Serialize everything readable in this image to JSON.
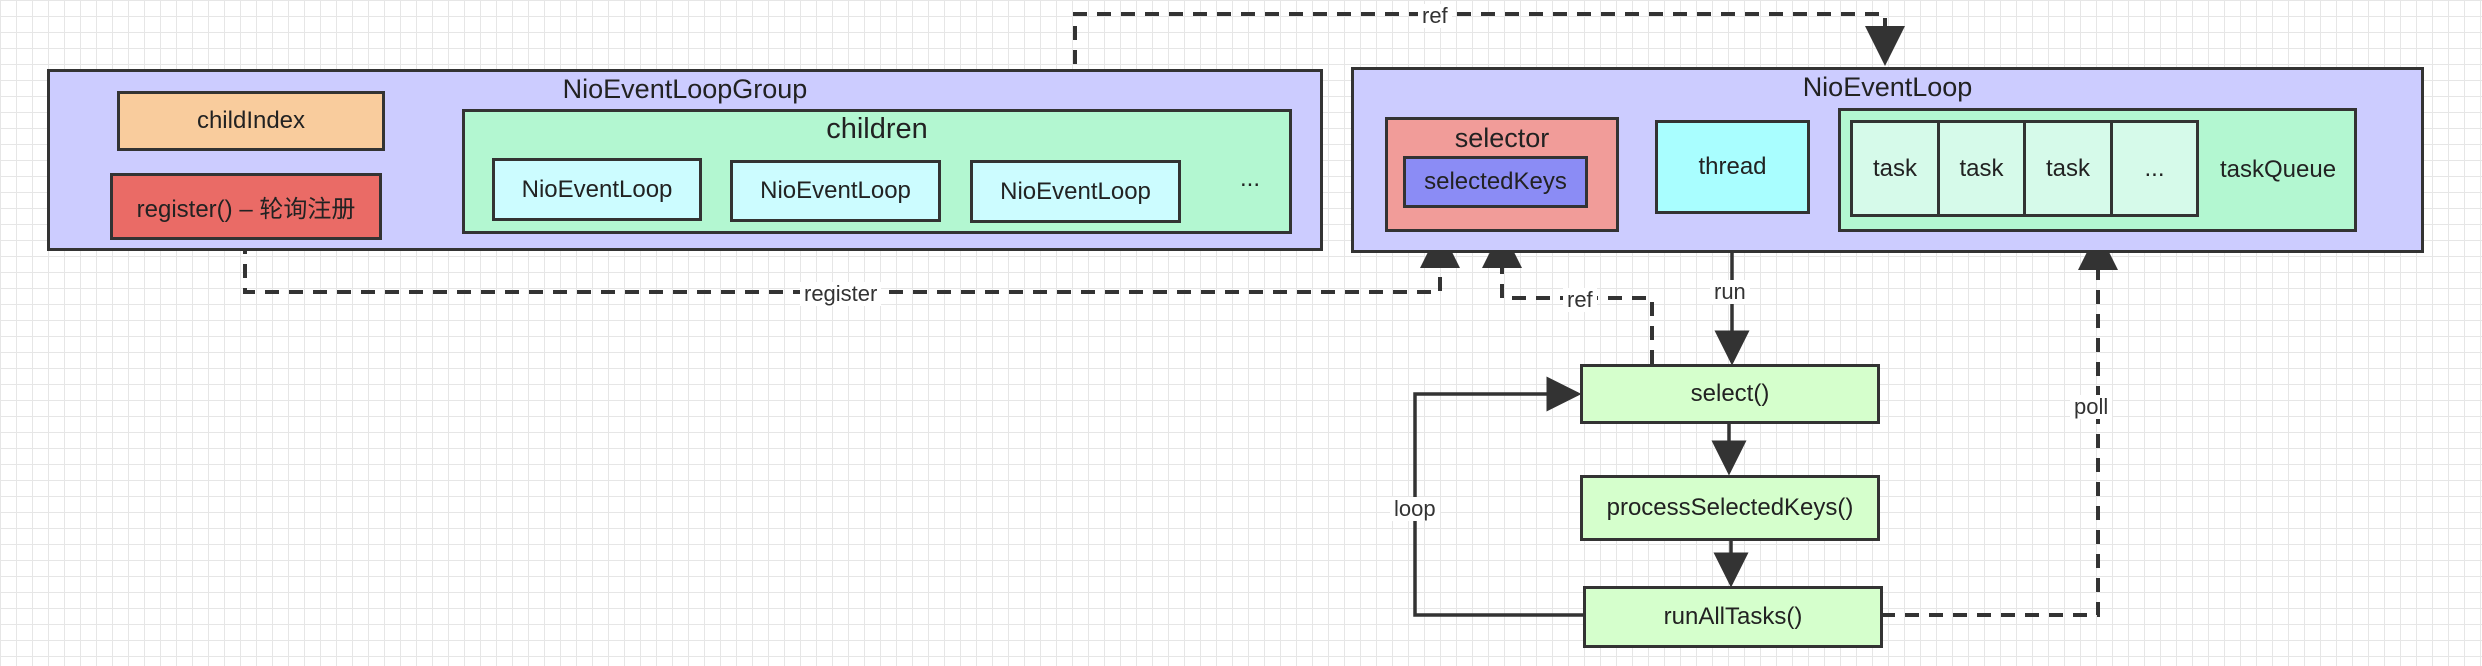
{
  "colors": {
    "group_bg": "#ccccff",
    "children_bg": "#b3f7d1",
    "loop_bg": "#ccfcff",
    "childindex_bg": "#f9cc9d",
    "register_bg": "#ea6b66",
    "selector_bg": "#f19c99",
    "selectedkeys_bg": "#8b8cf5",
    "thread_bg": "#a9feff",
    "task_bg": "#d6faea",
    "method_bg": "#d5ffcc",
    "stroke": "#333333"
  },
  "group": {
    "title": "NioEventLoopGroup",
    "child_index": "childIndex",
    "register": "register() – 轮询注册",
    "children": {
      "title": "children",
      "loops": [
        "NioEventLoop",
        "NioEventLoop",
        "NioEventLoop"
      ],
      "more": "..."
    }
  },
  "event_loop": {
    "title": "NioEventLoop",
    "selector": {
      "title": "selector",
      "selected_keys": "selectedKeys"
    },
    "thread": "thread",
    "task_queue": {
      "label": "taskQueue",
      "tasks": [
        "task",
        "task",
        "task",
        "..."
      ]
    }
  },
  "methods": {
    "select": "select()",
    "process": "processSelectedKeys()",
    "run_all": "runAllTasks()"
  },
  "edge_labels": {
    "ref_top": "ref",
    "register": "register",
    "ref_selector": "ref",
    "run": "run",
    "loop": "loop",
    "poll": "poll"
  }
}
